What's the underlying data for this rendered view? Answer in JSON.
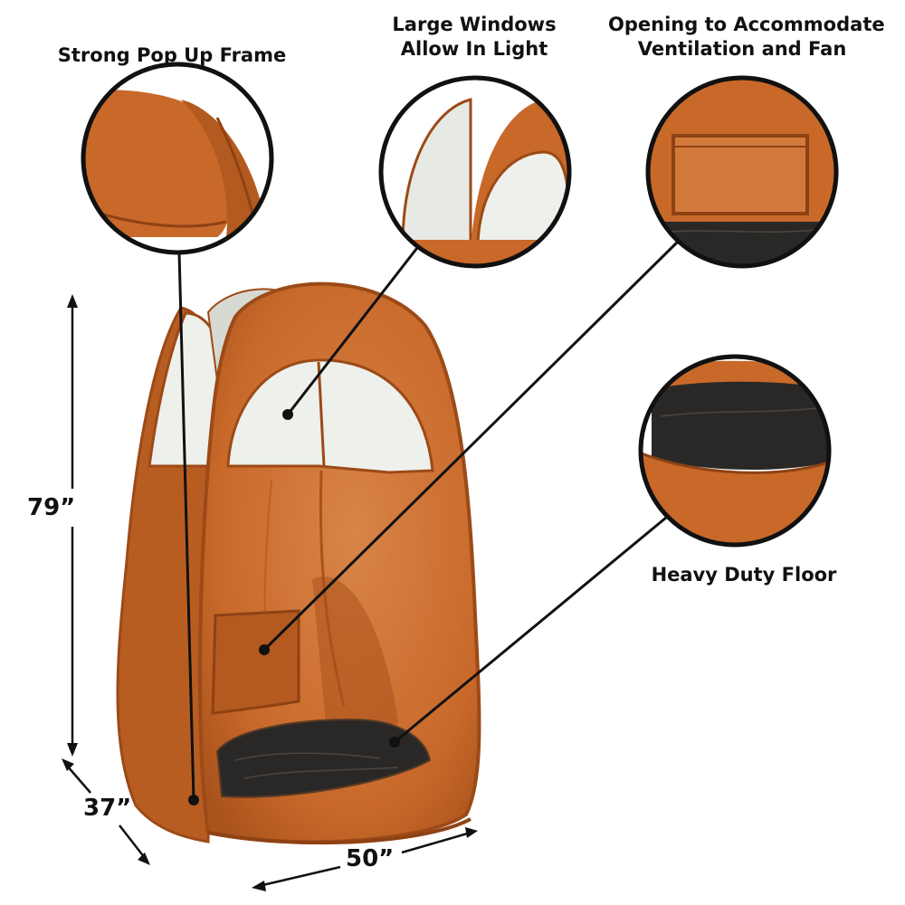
{
  "callouts": {
    "frame": {
      "lines": [
        "Strong Pop Up Frame"
      ]
    },
    "windows": {
      "lines": [
        "Large Windows",
        "Allow In Light"
      ]
    },
    "ventilation": {
      "lines": [
        "Opening to Accommodate",
        "Ventilation and Fan"
      ]
    },
    "floor": {
      "lines": [
        "Heavy Duty Floor"
      ]
    }
  },
  "dimensions": {
    "height": "79”",
    "depth": "37”",
    "width": "50”"
  },
  "colors": {
    "tent_orange": "#c8692a",
    "tent_dark": "#9c4a17",
    "tent_light": "#d98448",
    "window": "#eef0ec",
    "floor": "#2a2826",
    "outline": "#111111"
  }
}
